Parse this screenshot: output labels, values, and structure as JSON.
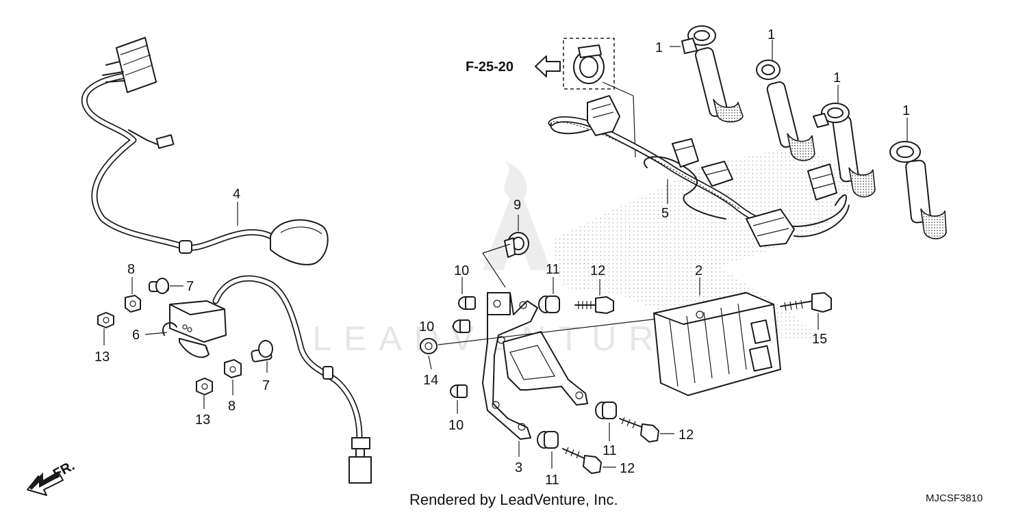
{
  "diagram": {
    "reference_label": "F-25-20",
    "code": "MJCSF3810",
    "credit": "Rendered by LeadVenture, Inc.",
    "watermark": "LEADVENTURE",
    "front_indicator": "FR.",
    "callouts": {
      "c1a": "1",
      "c1b": "1",
      "c1c": "1",
      "c1d": "1",
      "c2": "2",
      "c3": "3",
      "c4": "4",
      "c5": "5",
      "c6": "6",
      "c7a": "7",
      "c7b": "7",
      "c8a": "8",
      "c8b": "8",
      "c9": "9",
      "c10a": "10",
      "c10b": "10",
      "c10c": "10",
      "c11a": "11",
      "c11b": "11",
      "c11c": "11",
      "c12a": "12",
      "c12b": "12",
      "c12c": "12",
      "c13a": "13",
      "c13b": "13",
      "c14": "14",
      "c15": "15"
    },
    "colors": {
      "ink": "#1a1a1a",
      "watermark": "#e6e6e6",
      "paper": "#ffffff"
    }
  }
}
